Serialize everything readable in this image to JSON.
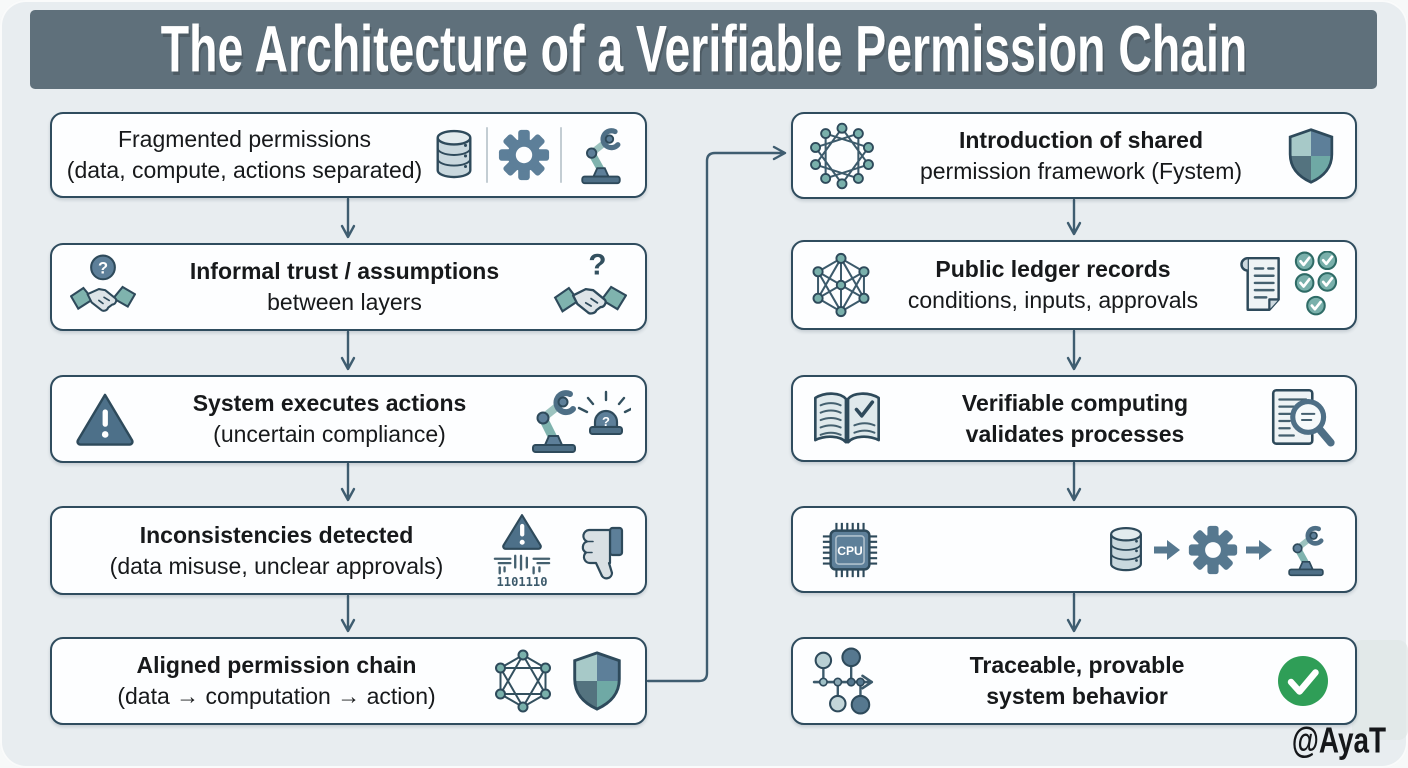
{
  "title": "The Architecture of a Verifiable Permission Chain",
  "watermark": "@AyaT",
  "colors": {
    "background": "#e8edf0",
    "banner": "#5f707b",
    "box_border": "#2f4c5e",
    "box_fill": "#fdfeff",
    "arrow": "#3f5d70",
    "icon_slate": "#5d7f99",
    "icon_teal": "#79b0ab",
    "success_green": "#2f9e57",
    "text": "#17191b"
  },
  "left_column": [
    {
      "line1": "Fragmented permissions",
      "line2": "(data, compute, actions separated)",
      "icons": [
        "database-icon",
        "gear-icon",
        "robot-arm-icon"
      ]
    },
    {
      "line1": "Informal trust / assumptions",
      "line2": "between layers",
      "icons": [
        "handshake-question-badge-icon",
        "handshake-question-icon"
      ]
    },
    {
      "line1": "System executes actions",
      "line2": "(uncertain compliance)",
      "icons": [
        "warning-triangle-icon",
        "robot-arm-alarm-icon"
      ]
    },
    {
      "line1": "Inconsistencies detected",
      "line2": "(data misuse, unclear approvals)",
      "icons": [
        "warning-binary-icon",
        "thumbs-down-icon"
      ],
      "binary_caption": "1101110"
    },
    {
      "line1": "Aligned permission chain",
      "line2": "(data → computation → action)",
      "icons": [
        "network-hexagram-icon",
        "shield-icon"
      ]
    }
  ],
  "right_column": [
    {
      "line1": "Introduction of shared",
      "line2": "permission framework (Fystem)",
      "icons": [
        "star-network-icon",
        "shield-icon"
      ]
    },
    {
      "line1": "Public ledger records",
      "line2": "conditions, inputs, approvals",
      "icons": [
        "mesh-network-icon",
        "ledger-scroll-icon",
        "approval-checks-icon"
      ]
    },
    {
      "line1": "Verifiable computing",
      "line2": "validates processes",
      "icons": [
        "open-book-check-icon",
        "document-magnifier-icon"
      ]
    },
    {
      "line1": "",
      "line2": "",
      "icons": [
        "cpu-chip-icon",
        "database-icon",
        "flow-arrow-icon",
        "gear-icon",
        "flow-arrow-icon",
        "robot-arm-icon"
      ],
      "cpu_label": "CPU"
    },
    {
      "line1": "Traceable, provable",
      "line2": "system behavior",
      "icons": [
        "trace-graph-icon",
        "green-check-icon"
      ]
    }
  ]
}
